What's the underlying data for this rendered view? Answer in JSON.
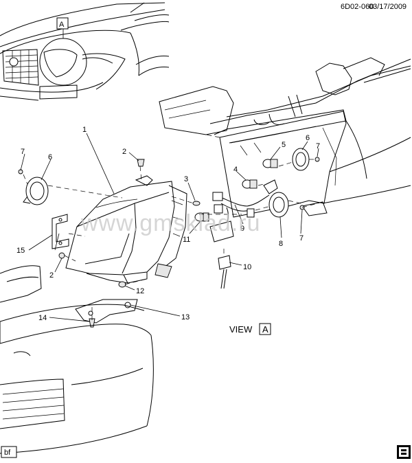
{
  "header": {
    "drawing_id": "6D02-060",
    "date": "03/17/2009"
  },
  "view": {
    "label": "VIEW",
    "callout": "A"
  },
  "corner_badge": "bf",
  "watermark": "www.gmsklad.ru",
  "icons": {
    "logo": "gm-logo-icon"
  },
  "part_labels": [
    {
      "id": "p1",
      "text": "1"
    },
    {
      "id": "p2a",
      "text": "2"
    },
    {
      "id": "p2b",
      "text": "2"
    },
    {
      "id": "p3",
      "text": "3"
    },
    {
      "id": "p4",
      "text": "4"
    },
    {
      "id": "p5",
      "text": "5"
    },
    {
      "id": "p6a",
      "text": "6"
    },
    {
      "id": "p6b",
      "text": "6"
    },
    {
      "id": "p7a",
      "text": "7"
    },
    {
      "id": "p7b",
      "text": "7"
    },
    {
      "id": "p7c",
      "text": "7"
    },
    {
      "id": "p8",
      "text": "8"
    },
    {
      "id": "p9",
      "text": "9"
    },
    {
      "id": "p10",
      "text": "10"
    },
    {
      "id": "p11",
      "text": "11"
    },
    {
      "id": "p12",
      "text": "12"
    },
    {
      "id": "p13",
      "text": "13"
    },
    {
      "id": "p14",
      "text": "14"
    },
    {
      "id": "p15",
      "text": "15"
    }
  ]
}
